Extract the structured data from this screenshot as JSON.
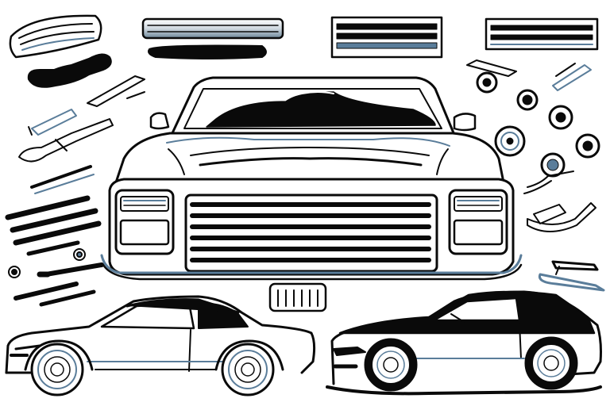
{
  "colors": {
    "background": "#ffffff",
    "ink": "#0a0a0a",
    "accent_blue": "#5a7d9a"
  },
  "subjects": [
    {
      "id": "front-truck",
      "icon": "classic-truck-front-icon"
    },
    {
      "id": "left-sedan",
      "icon": "sedan-side-icon"
    },
    {
      "id": "right-coupe",
      "icon": "coupe-side-icon"
    }
  ]
}
